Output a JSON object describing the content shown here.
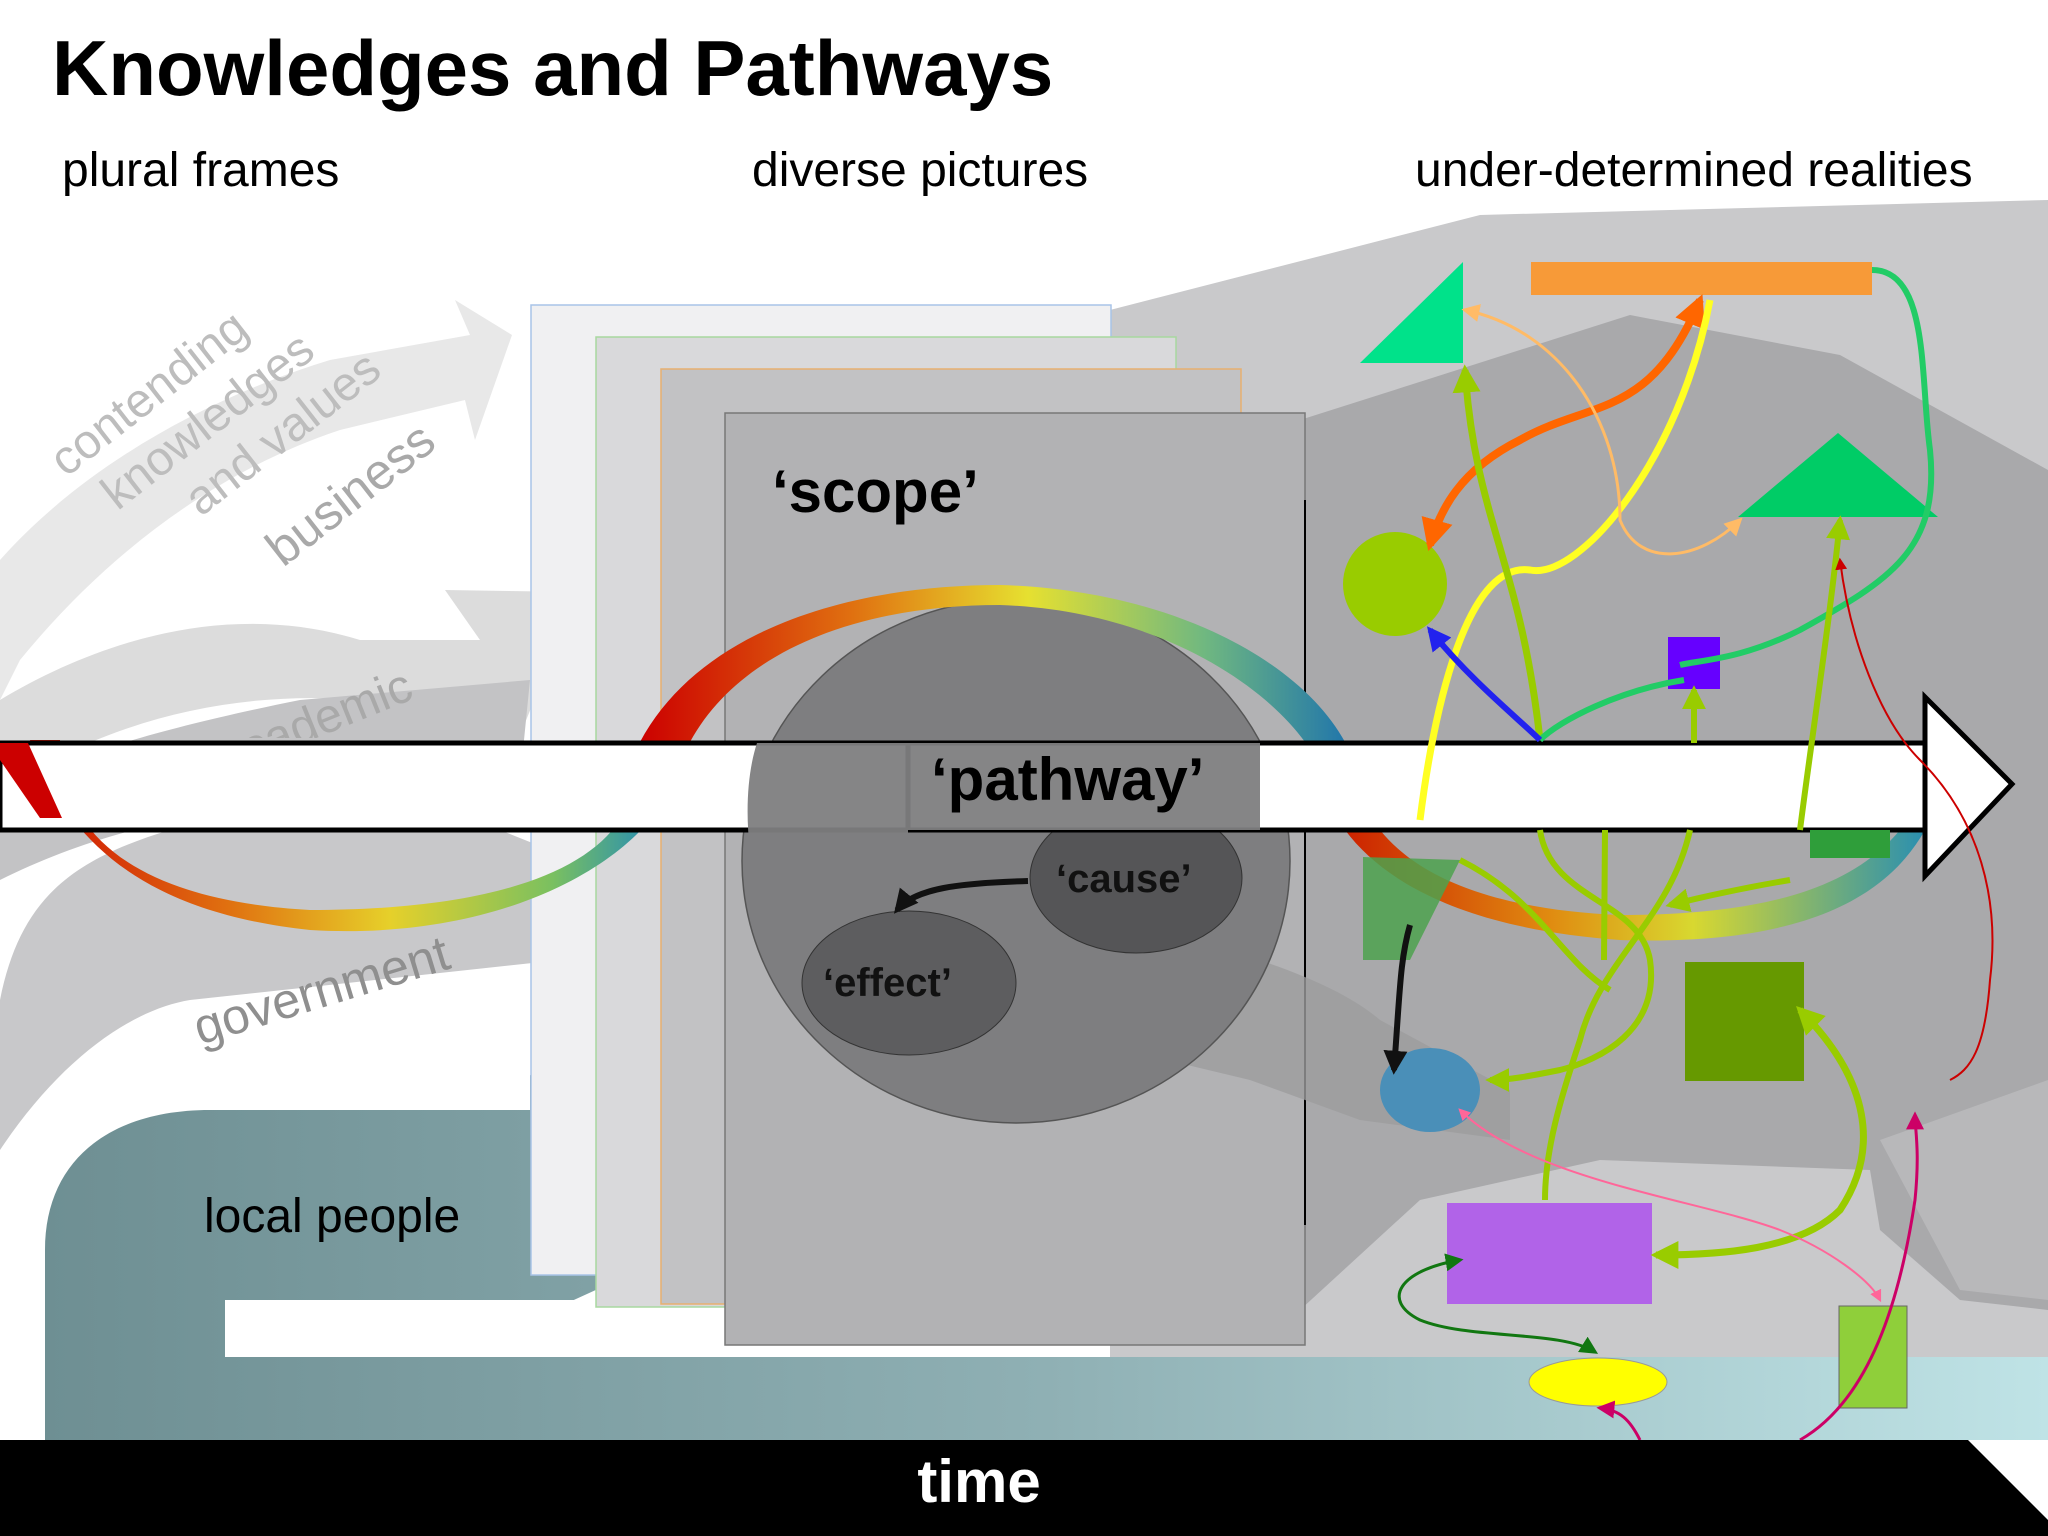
{
  "title": "Knowledges and Pathways",
  "headings": {
    "left": "plural frames",
    "center": "diverse pictures",
    "right": "under-determined realities"
  },
  "streams": {
    "contending": [
      "contending",
      "knowledges",
      "and values"
    ],
    "business": "business",
    "academic": "academic",
    "government": "government",
    "local": "local people"
  },
  "labels": {
    "scope": "‘scope’",
    "pathway": "‘pathway’",
    "cause": "‘cause’",
    "effect": "‘effect’",
    "time": "time"
  },
  "colors": {
    "title_text": "#000000",
    "time_bar": "#000000",
    "local_stream": "#7fa1a6",
    "orange_bar": "#f79a38",
    "purple_rect": "#b163e8",
    "green_square": "#669900",
    "blue_square": "#6600ff",
    "yellow_ellipse": "#ffff00",
    "lime_circle": "#99cc00",
    "triangle_green": "#00cc66"
  }
}
